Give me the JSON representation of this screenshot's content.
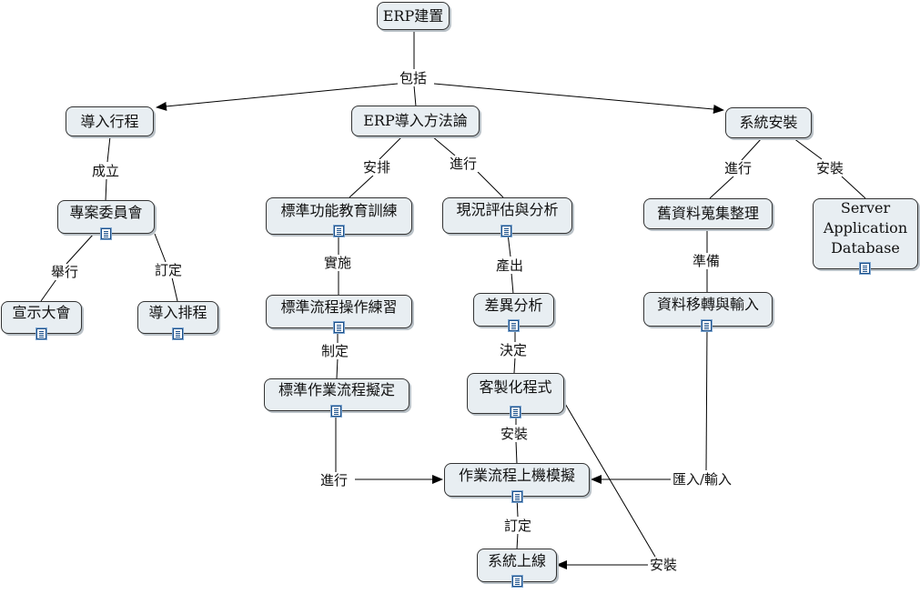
{
  "nodes": {
    "erp_build": "ERP建置",
    "import_schedule": "導入行程",
    "erp_methodology": "ERP導入方法論",
    "system_install": "系統安裝",
    "project_committee": "專案委員會",
    "kickoff_meeting": "宣示大會",
    "import_scheduling": "導入排程",
    "std_func_training": "標準功能教育訓練",
    "current_analysis": "現況評估與分析",
    "old_data_collect": "舊資料蒐集整理",
    "server_app_db": "Server\nApplication\nDatabase",
    "std_process_practice": "標準流程操作練習",
    "gap_analysis": "差異分析",
    "data_migration": "資料移轉與輸入",
    "std_workflow_draft": "標準作業流程擬定",
    "customization": "客製化程式",
    "workflow_simulation": "作業流程上機模擬",
    "system_golive": "系統上線"
  },
  "links": {
    "includes": "包括",
    "establish": "成立",
    "hold": "舉行",
    "set_schedule": "訂定",
    "arrange": "安排",
    "conduct_analysis": "進行",
    "conduct_collect": "進行",
    "install_server": "安裝",
    "implement": "實施",
    "produce": "產出",
    "prepare": "準備",
    "formulate": "制定",
    "decide": "決定",
    "install_custom": "安裝",
    "import_input": "匯入/輸入",
    "conduct_sim": "進行",
    "set_golive": "訂定",
    "install_golive": "安裝"
  },
  "colors": {
    "node_fill": "#e8eef2",
    "stroke": "#000000",
    "doc_icon": "#1a4f8a"
  }
}
